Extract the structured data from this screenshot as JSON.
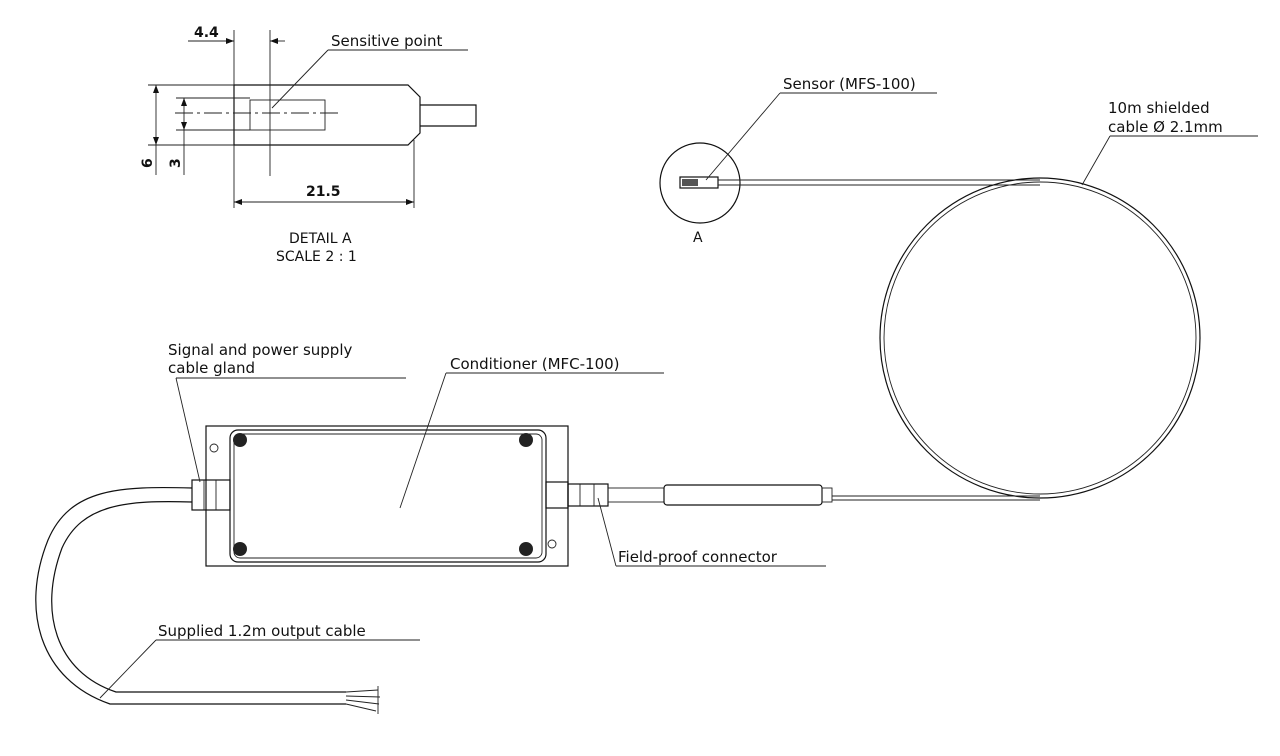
{
  "detail": {
    "dim_width_top": "4.4",
    "dim_height_outer": "6",
    "dim_height_inner": "3",
    "dim_length": "21.5",
    "caption_line1": "DETAIL A",
    "caption_line2": "SCALE 2 : 1",
    "sensitive_point_label": "Sensitive point"
  },
  "sensor": {
    "label": "Sensor (MFS-100)",
    "detail_marker": "A"
  },
  "cable": {
    "label_line1": "10m shielded",
    "label_line2": "cable Ø 2.1mm"
  },
  "conditioner": {
    "label": "Conditioner (MFC-100)",
    "gland_label_line1": "Signal and power supply",
    "gland_label_line2": "cable gland",
    "connector_label": "Field-proof connector",
    "output_cable_label": "Supplied 1.2m output cable"
  }
}
